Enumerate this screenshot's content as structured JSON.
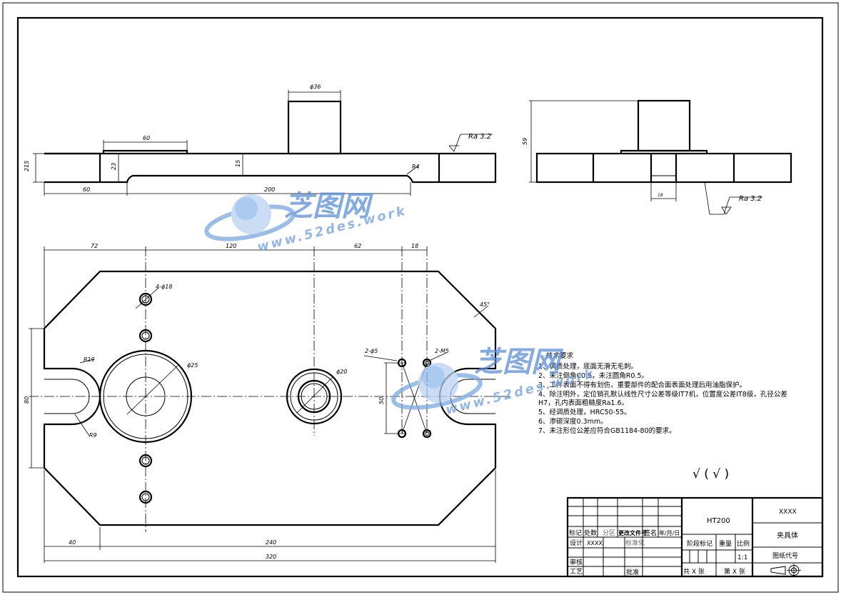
{
  "dims": {
    "phi36": "ϕ36",
    "d60_top": "60",
    "d215": "215",
    "d23": "23",
    "d15": "15",
    "d60_bottom": "60",
    "d200": "200",
    "r4": "R4",
    "ra_front": "Ra 3.2",
    "d59": "59",
    "d18": "18",
    "ra_side": "Ra 3.2",
    "d72": "72",
    "d120": "120",
    "d62": "62",
    "d18_plan": "18",
    "d80": "80",
    "d50": "50",
    "hole4": "4-ϕ18",
    "phi25": "ϕ25",
    "phi20": "ϕ20",
    "holes_pin": "2-ϕ5",
    "holes_m5": "2-M5",
    "r19": "R19",
    "r9": "R9",
    "chamfer45": "45°",
    "d40": "40",
    "d240": "240",
    "d320": "320"
  },
  "tech": {
    "title": "技术要求",
    "lines": [
      "1、调质处理，底面无滑无毛刺。",
      "2、未注倒角C0.5，未注圆角R0.5。",
      "3、工件表面不得有划伤，重要部件的配合面表面处理后用油脂保护。",
      "4、除注明外，定位销孔默认线性尺寸公差等级IT7机，位置度公差IT8级，孔径公差",
      "H7，孔内表面粗糙度Ra1.6。",
      "5、经调质处理，HRC50-55。",
      "6、渗碳深度0.3mm。",
      "7、未注形位公差应符合GB1184-80的要求。"
    ]
  },
  "surface_symbol": "√ ( √ )",
  "title_block": {
    "material": "HT200",
    "company": "XXXX",
    "part_name": "夹具体",
    "drawing_no_label": "图纸代号",
    "mark": "标记",
    "count": "处数",
    "zone": "分区",
    "change_doc": "更改文件号",
    "signature": "签名",
    "date": "年/月/日",
    "design": "设计",
    "designer": "XXXX",
    "standardize": "标准化",
    "review": "审核",
    "process": "工艺",
    "approve": "批准",
    "stage_mark": "阶段标记",
    "weight": "重量",
    "scale": "比例",
    "scale_value": "1:1",
    "total_sheets": "共  X  张",
    "sheet_no": "第  X  张"
  },
  "watermark": {
    "name": "芝图网",
    "url": "www.52des.work"
  }
}
